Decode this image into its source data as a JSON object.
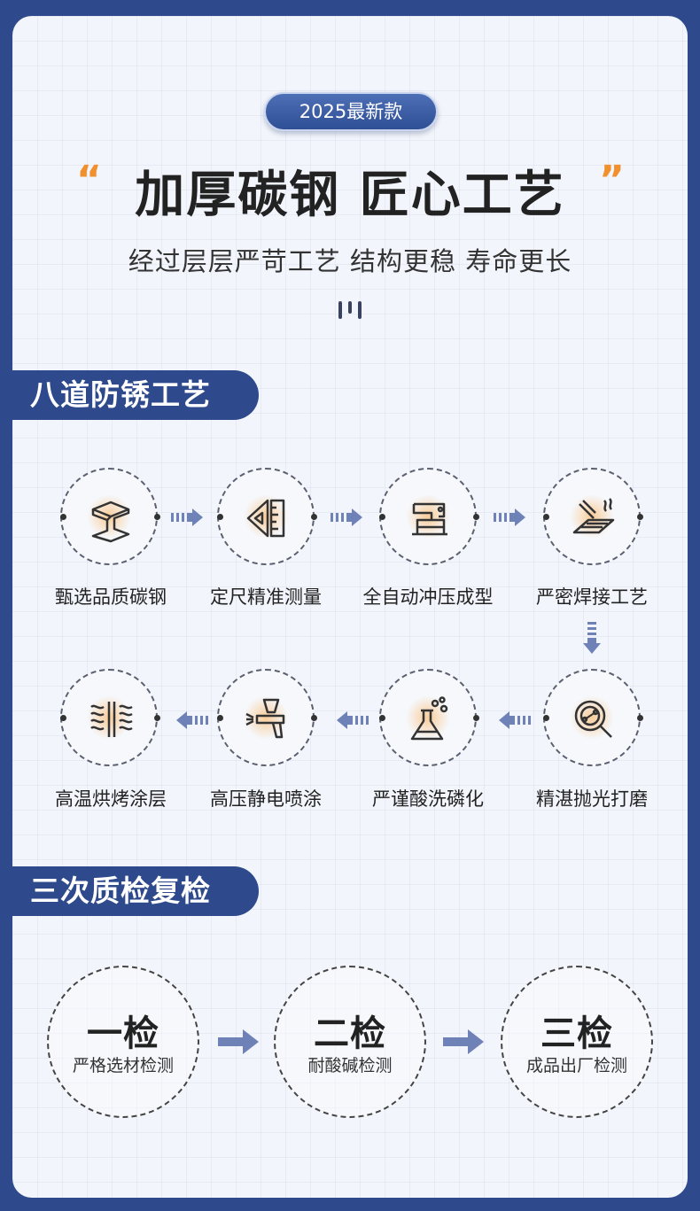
{
  "badge": "2025最新款",
  "headline": "加厚碳钢 匠心工艺",
  "quote_open": "“",
  "quote_close": "”",
  "subline": "经过层层严苛工艺 结构更稳 寿命更长",
  "section1": {
    "title": "八道防锈工艺",
    "steps": [
      {
        "label": "甄选品质碳钢",
        "icon": "steel-beam-icon"
      },
      {
        "label": "定尺精准测量",
        "icon": "ruler-triangle-icon"
      },
      {
        "label": "全自动冲压成型",
        "icon": "press-machine-icon"
      },
      {
        "label": "严密焊接工艺",
        "icon": "welding-icon"
      },
      {
        "label": "精湛抛光打磨",
        "icon": "polish-magnifier-icon"
      },
      {
        "label": "严谨酸洗磷化",
        "icon": "flask-bubbles-icon"
      },
      {
        "label": "高压静电喷涂",
        "icon": "spray-gun-icon"
      },
      {
        "label": "高温烘烤涂层",
        "icon": "heat-layers-icon"
      }
    ]
  },
  "section2": {
    "title": "三次质检复检",
    "checks": [
      {
        "big": "一检",
        "small": "严格选材检测"
      },
      {
        "big": "二检",
        "small": "耐酸碱检测"
      },
      {
        "big": "三检",
        "small": "成品出厂检测"
      }
    ]
  },
  "colors": {
    "brand": "#2e4a8c",
    "accent": "#f0902e",
    "arrow": "#6f82b8"
  }
}
